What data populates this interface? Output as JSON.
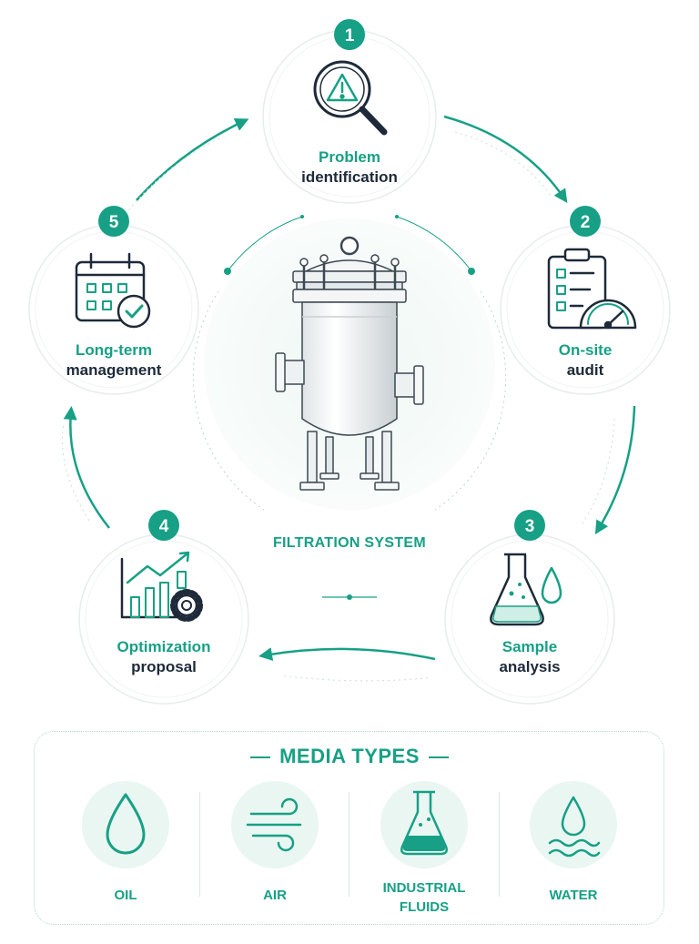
{
  "colors": {
    "accent": "#17a085",
    "dark": "#1e2a3a",
    "light": "#e9f5f1"
  },
  "steps": [
    {
      "number": "1",
      "line1": "Problem",
      "line2": "identification",
      "icon": "magnifier-warning-icon"
    },
    {
      "number": "2",
      "line1": "On-site",
      "line2": "audit",
      "icon": "clipboard-gauge-icon"
    },
    {
      "number": "3",
      "line1": "Sample",
      "line2": "analysis",
      "icon": "flask-drop-icon"
    },
    {
      "number": "4",
      "line1": "Optimization",
      "line2": "proposal",
      "icon": "chart-gear-icon"
    },
    {
      "number": "5",
      "line1": "Long-term",
      "line2": "management",
      "icon": "calendar-check-icon"
    }
  ],
  "center": {
    "title": "FILTRATION SYSTEM",
    "icon": "filter-vessel-icon"
  },
  "media": {
    "title": "MEDIA TYPES",
    "items": [
      {
        "line1": "OIL",
        "line2": "",
        "icon": "oil-drop-icon"
      },
      {
        "line1": "AIR",
        "line2": "",
        "icon": "air-wind-icon"
      },
      {
        "line1": "INDUSTRIAL",
        "line2": "FLUIDS",
        "icon": "industrial-flask-icon"
      },
      {
        "line1": "WATER",
        "line2": "",
        "icon": "water-drop-waves-icon"
      }
    ]
  }
}
